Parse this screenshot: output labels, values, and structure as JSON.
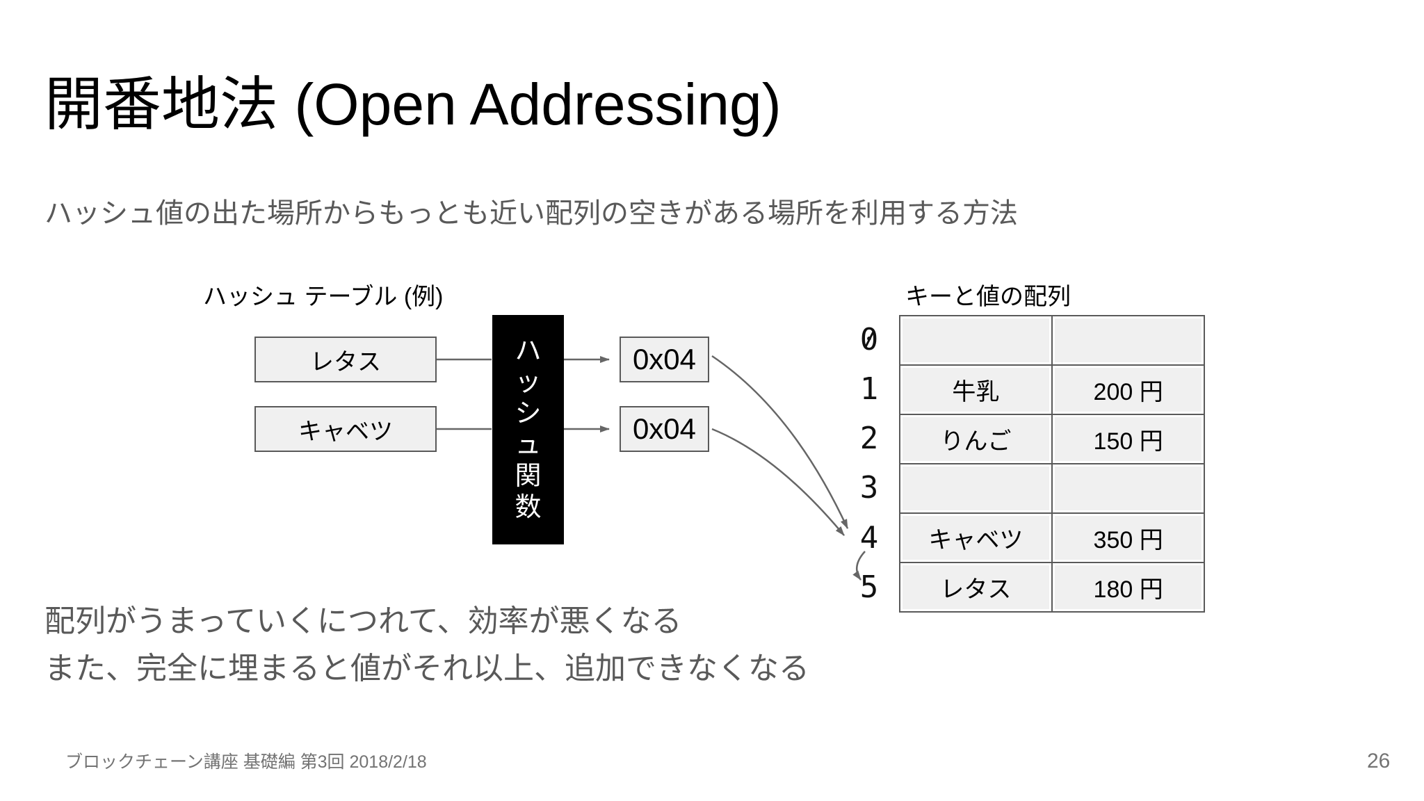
{
  "slide": {
    "title": "開番地法 (Open Addressing)",
    "subtitle": "ハッシュ値の出た場所からもっとも近い配列の空きがある場所を利用する方法",
    "notes_line1": "配列がうまっていくにつれて、効率が悪くなる",
    "notes_line2": "また、完全に埋まると値がそれ以上、追加できなくなる",
    "footer": "ブロックチェーン講座 基礎編 第3回 2018/2/18",
    "page_number": "26"
  },
  "diagram": {
    "hash_table_label": "ハッシュ テーブル (例)",
    "input_boxes": [
      {
        "label": "レタス"
      },
      {
        "label": "キャベツ"
      }
    ],
    "hash_function_box": {
      "label": "ハッシュ関数",
      "chars": [
        "ハ",
        "ッ",
        "シ",
        "ュ",
        "関",
        "数"
      ]
    },
    "output_boxes": [
      {
        "label": "0x04"
      },
      {
        "label": "0x04"
      }
    ]
  },
  "array_table": {
    "label": "キーと値の配列",
    "rows": [
      {
        "index": "0",
        "key": "",
        "value": ""
      },
      {
        "index": "1",
        "key": "牛乳",
        "value": "200 円"
      },
      {
        "index": "2",
        "key": "りんご",
        "value": "150 円"
      },
      {
        "index": "3",
        "key": "",
        "value": ""
      },
      {
        "index": "4",
        "key": "キャベツ",
        "value": "350 円"
      },
      {
        "index": "5",
        "key": "レタス",
        "value": "180 円"
      }
    ]
  },
  "colors": {
    "background": "#ffffff",
    "title_text": "#000000",
    "body_text": "#595959",
    "box_fill": "#f0f0f0",
    "box_border": "#595959",
    "hash_box_bg": "#000000",
    "hash_box_text": "#ffffff",
    "arrow": "#666666",
    "footer_text": "#737373"
  }
}
